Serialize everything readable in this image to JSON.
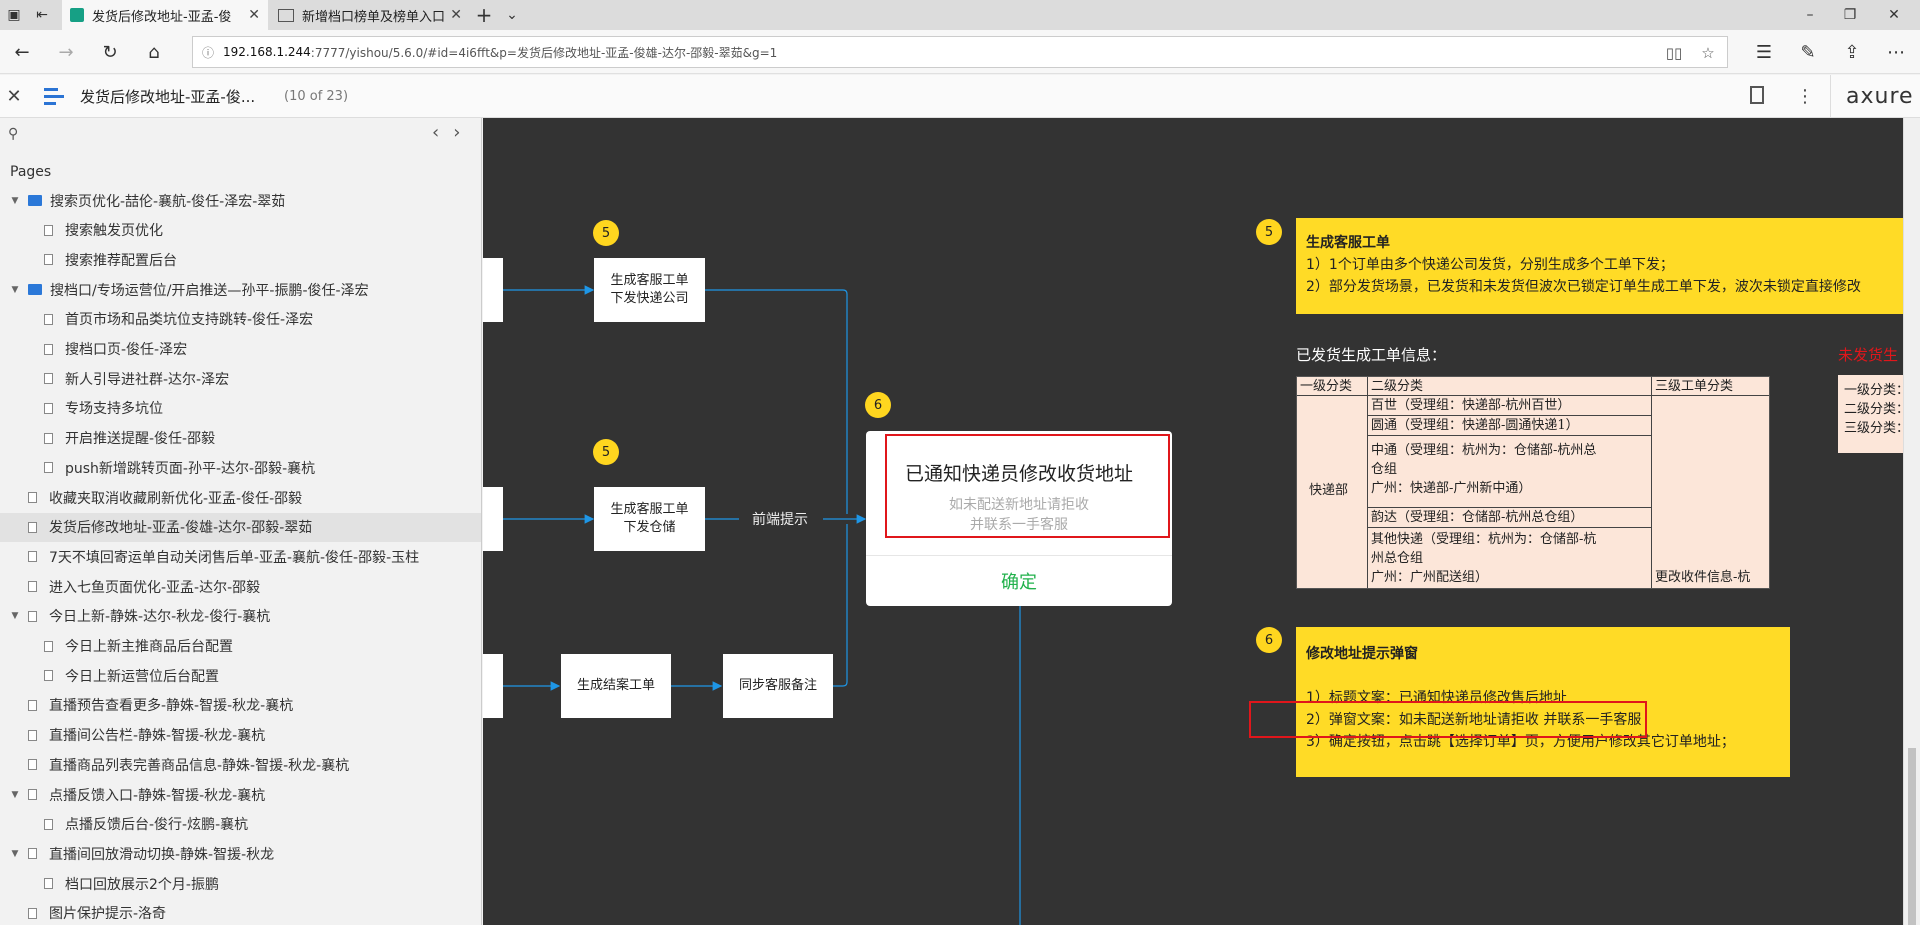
{
  "browser": {
    "tabs": [
      {
        "title": "发货后修改地址-亚孟-俊",
        "active": true
      },
      {
        "title": "新增档口榜单及榜单入口",
        "active": false
      }
    ],
    "new_tab": "+",
    "tab_menu": "⌄",
    "window_controls": [
      "–",
      "❐",
      "✕"
    ],
    "url_host": "192.168.1.244",
    "url_rest": ":7777/yishou/5.6.0/#id=4i6fft&p=发货后修改地址-亚孟-俊雄-达尔-邵毅-翠茹&g=1"
  },
  "axure": {
    "page_title": "发货后修改地址-亚孟-俊...",
    "page_count": "(10 of 23)",
    "logo": "axure"
  },
  "sidebar": {
    "pages_heading": "Pages",
    "items": [
      {
        "label": "搜索页优化-喆伦-襄航-俊任-泽宏-翠茹",
        "level": 0,
        "type": "folder",
        "caret": "▼"
      },
      {
        "label": "搜索触发页优化",
        "level": 1,
        "type": "page"
      },
      {
        "label": "搜索推荐配置后台",
        "level": 1,
        "type": "page"
      },
      {
        "label": "搜档口/专场运营位/开启推送—孙平-振鹏-俊任-泽宏",
        "level": 0,
        "type": "folder",
        "caret": "▼"
      },
      {
        "label": "首页市场和品类坑位支持跳转-俊任-泽宏",
        "level": 1,
        "type": "page"
      },
      {
        "label": "搜档口页-俊任-泽宏",
        "level": 1,
        "type": "page"
      },
      {
        "label": "新人引导进社群-达尔-泽宏",
        "level": 1,
        "type": "page"
      },
      {
        "label": "专场支持多坑位",
        "level": 1,
        "type": "page"
      },
      {
        "label": "开启推送提醒-俊任-邵毅",
        "level": 1,
        "type": "page"
      },
      {
        "label": "push新增跳转页面-孙平-达尔-邵毅-襄杭",
        "level": 1,
        "type": "page"
      },
      {
        "label": "收藏夹取消收藏刷新优化-亚孟-俊任-邵毅",
        "level": 0,
        "type": "page"
      },
      {
        "label": "发货后修改地址-亚孟-俊雄-达尔-邵毅-翠茹",
        "level": 0,
        "type": "page",
        "selected": true
      },
      {
        "label": "7天不填回寄运单自动关闭售后单-亚孟-襄航-俊任-邵毅-玉柱",
        "level": 0,
        "type": "page"
      },
      {
        "label": "进入七鱼页面优化-亚孟-达尔-邵毅",
        "level": 0,
        "type": "page"
      },
      {
        "label": "今日上新-静姝-达尔-秋龙-俊行-襄杭",
        "level": 0,
        "type": "page",
        "caret": "▼"
      },
      {
        "label": "今日上新主推商品后台配置",
        "level": 1,
        "type": "page"
      },
      {
        "label": "今日上新运营位后台配置",
        "level": 1,
        "type": "page"
      },
      {
        "label": "直播预告查看更多-静姝-智援-秋龙-襄杭",
        "level": 0,
        "type": "page"
      },
      {
        "label": "直播间公告栏-静姝-智援-秋龙-襄杭",
        "level": 0,
        "type": "page"
      },
      {
        "label": "直播商品列表完善商品信息-静姝-智援-秋龙-襄杭",
        "level": 0,
        "type": "page"
      },
      {
        "label": "点播反馈入口-静姝-智援-秋龙-襄杭",
        "level": 0,
        "type": "page",
        "caret": "▼"
      },
      {
        "label": "点播反馈后台-俊行-炫鹏-襄杭",
        "level": 1,
        "type": "page"
      },
      {
        "label": "直播间回放滑动切换-静姝-智援-秋龙",
        "level": 0,
        "type": "page",
        "caret": "▼"
      },
      {
        "label": "档口回放展示2个月-振鹏",
        "level": 1,
        "type": "page"
      },
      {
        "label": "图片保护提示-洛奇",
        "level": 0,
        "type": "page"
      }
    ]
  },
  "flow": {
    "node_kefu_kuaidi": "生成客服工单\n下发快递公司",
    "node_kefu_cangchu": "生成客服工单\n下发仓储",
    "node_jiean": "生成结案工单",
    "node_sync": "同步客服备注",
    "edge_label": "前端提示",
    "badges": [
      "5",
      "5",
      "6",
      "5",
      "6"
    ],
    "dialog": {
      "title": "已通知快递员修改收货地址",
      "subtitle": "如未配送新地址请拒收\n并联系一手客服",
      "ok": "确定"
    }
  },
  "note5": {
    "title": "生成客服工单",
    "lines": [
      "1）1个订单由多个快递公司发货，分别生成多个工单下发；",
      "2）部分发货场景，已发货和未发货但波次已锁定订单生成工单下发，波次未锁定直接修改"
    ]
  },
  "shipped_heading": "已发货生成工单信息：",
  "unshipped_heading": "未发货生",
  "table": {
    "headers": [
      "一级分类",
      "二级分类",
      "三级工单分类"
    ],
    "level1": "快递部",
    "rows": [
      "百世（受理组：快递部-杭州百世）",
      "圆通（受理组：快递部-圆通快递1）",
      "中通（受理组：杭州为：仓储部-杭州总\n仓组\n广州：快递部-广州新中通）",
      "韵达（受理组：仓储部-杭州总仓组）",
      "其他快递（受理组：杭州为：仓储部-杭\n州总仓组\n广州：广州配送组）"
    ],
    "level3": "更改收件信息-杭"
  },
  "side_card_lines": [
    "一级分类：",
    "二级分类：",
    "三级分类："
  ],
  "note6": {
    "title": "修改地址提示弹窗",
    "lines": [
      "1）标题文案：已通知快递员修改售后地址",
      "2）弹窗文案：如未配送新地址请拒收   并联系一手客服",
      "3）确定按钮，点击跳【选择订单】页，方便用户修改其它订单地址；"
    ]
  },
  "colors": {
    "canvas": "#333333",
    "note": "#ffdb26",
    "badge": "#ffd61f",
    "highlight": "#e0161b",
    "connector": "#1e96e6",
    "ok_green": "#22b14c",
    "warn_red": "#e0161b"
  }
}
